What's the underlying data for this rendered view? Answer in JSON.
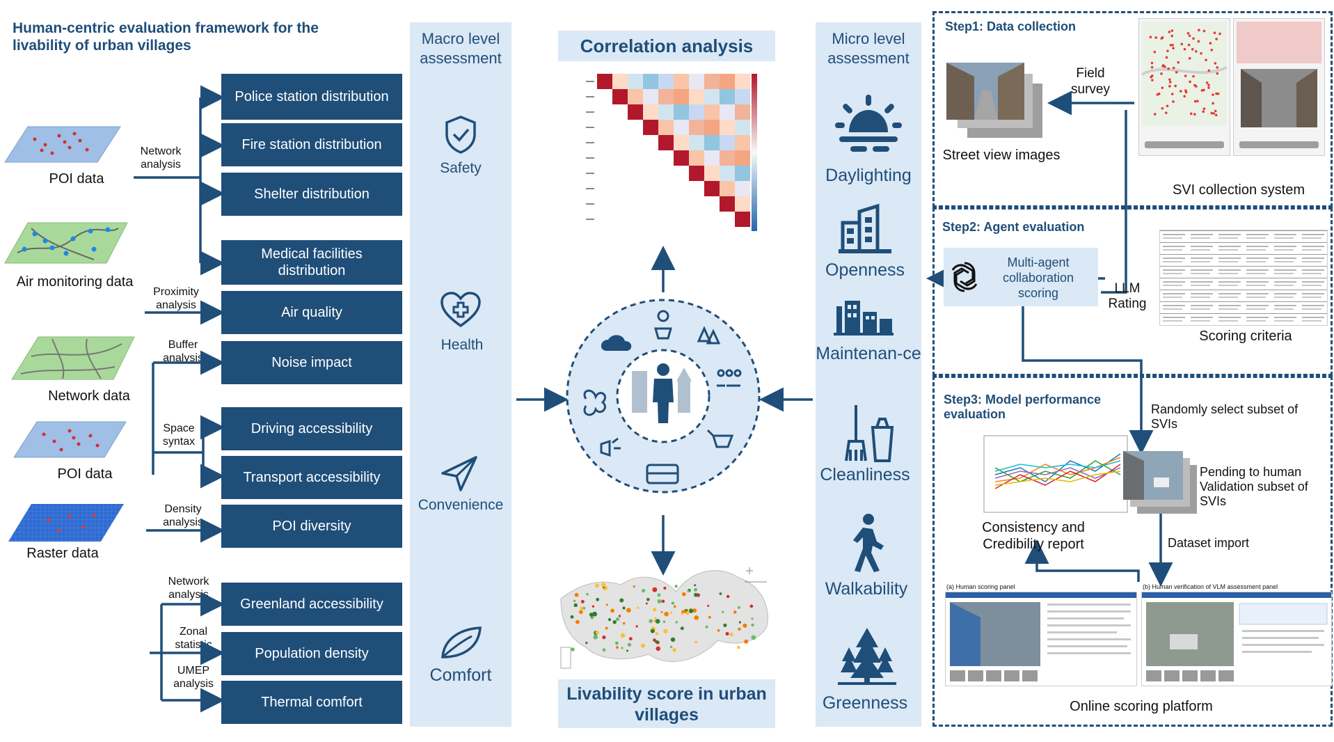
{
  "title": "Human-centric evaluation framework for the livability of urban villages",
  "sources": [
    {
      "label": "POI data"
    },
    {
      "label": "Air monitoring data"
    },
    {
      "label": "Network data"
    },
    {
      "label": "POI data"
    },
    {
      "label": "Raster data"
    }
  ],
  "analyses": [
    "Network analysis",
    "Proximity analysis",
    "Buffer analysis",
    "Space syntax",
    "Density analysis",
    "Network analysis",
    "Zonal statistic",
    "UMEP analysis"
  ],
  "indicators": [
    "Police station distribution",
    "Fire station distribution",
    "Shelter distribution",
    "Medical facilities distribution",
    "Air quality",
    "Noise impact",
    "Driving accessibility",
    "Transport accessibility",
    "POI diversity",
    "Greenland accessibility",
    "Population density",
    "Thermal comfort"
  ],
  "macro": {
    "heading": "Macro level assessment",
    "dimensions": [
      "Safety",
      "Health",
      "Convenience",
      "Comfort"
    ]
  },
  "center": {
    "correlation_title": "Correlation analysis",
    "livability_title": "Livability score in urban villages"
  },
  "micro": {
    "heading": "Micro level assessment",
    "dimensions": [
      "Daylighting",
      "Openness",
      "Maintenan-ce",
      "Cleanliness",
      "Walkability",
      "Greenness"
    ]
  },
  "step1": {
    "title": "Step1: Data collection",
    "field_survey": "Field survey",
    "street_view": "Street view images",
    "svi_system": "SVI collection system"
  },
  "step2": {
    "title": "Step2: Agent evaluation",
    "agent": "Multi-agent collaboration scoring",
    "llm_rating": "LLM Rating",
    "criteria": "Scoring criteria"
  },
  "step3": {
    "title": "Step3: Model performance evaluation",
    "random_select": "Randomly select subset of SVIs",
    "pending": "Pending to human Validation subset of SVIs",
    "report": "Consistency and Credibility report",
    "dataset_import": "Dataset import",
    "platform": "Online scoring platform",
    "panel_a": "(a) Human scoring panel",
    "panel_b": "(b) Human verification of VLM assessment panel"
  },
  "colors": {
    "navy": "#1f4e79",
    "light": "#dbe8f5",
    "green": "#2e7d32"
  }
}
